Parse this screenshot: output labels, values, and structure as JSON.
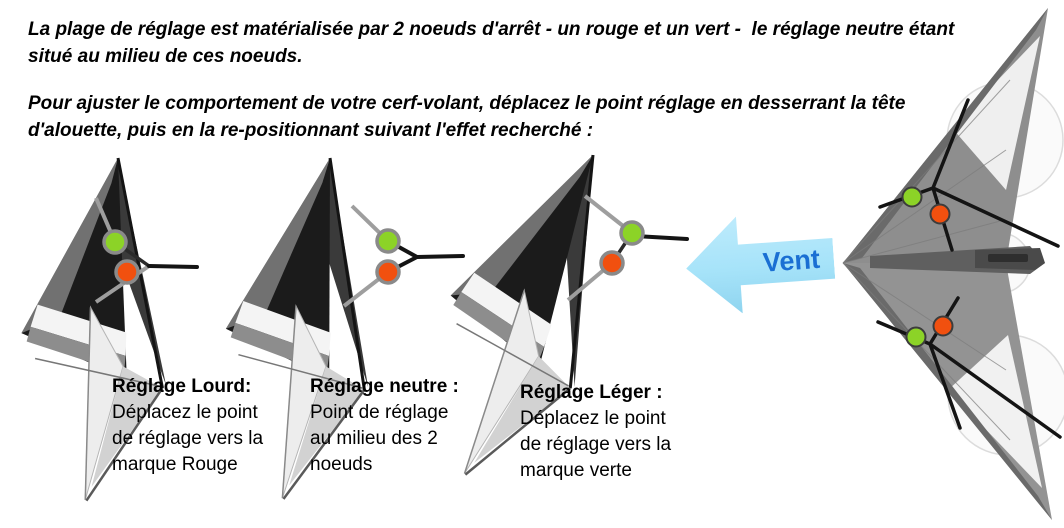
{
  "intro": {
    "p1": [
      "La plage de réglage est matérialisée par 2 noeuds d'arrêt - un rouge et un vert -  le réglage neutre étant",
      "situé au milieu de ces noeuds."
    ],
    "p2": [
      "Pour ajuster le comportement de votre cerf-volant, déplacez le point réglage en desserrant la tête",
      "d'alouette, puis en la re-positionnant suivant l'effet recherché :"
    ]
  },
  "settings": [
    {
      "id": "lourd",
      "title": "Réglage Lourd:",
      "body": [
        "Déplacez le point",
        "de réglage vers la",
        "marque Rouge"
      ]
    },
    {
      "id": "neutre",
      "title": "Réglage neutre :",
      "body": [
        "Point de réglage",
        "au milieu des 2",
        "noeuds"
      ]
    },
    {
      "id": "leger",
      "title": "Réglage Léger :",
      "body": [
        "Déplacez le point",
        "de réglage vers la",
        "marque verte"
      ]
    }
  ],
  "wind": {
    "label": "Vent"
  },
  "colors": {
    "green_knot": "#8cd327",
    "red_knot": "#f1500f",
    "knot_ring": "#8a8a8a",
    "bridle_gray": "#9e9e9e",
    "line_black": "#141414",
    "arrow_fill": "#a6e3f9",
    "arrow_text": "#1a6fd3"
  }
}
